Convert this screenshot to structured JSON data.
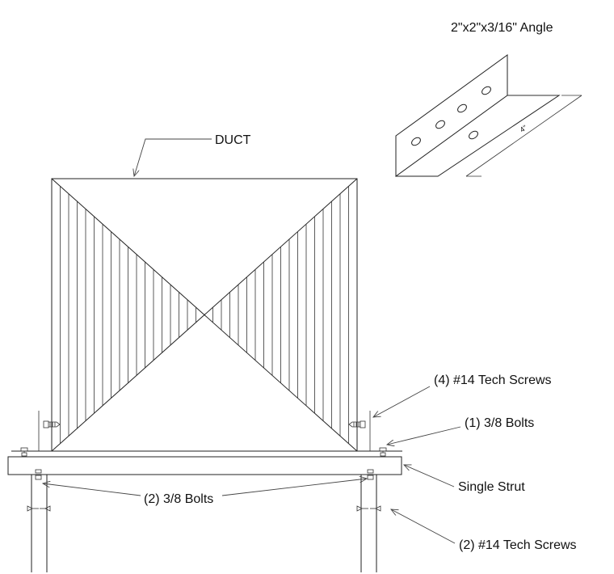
{
  "labels": {
    "angle_title": "2\"x2\"x3/16\" Angle",
    "angle_dimension": "4\"",
    "duct": "DUCT",
    "tech_screws_top": "(4) #14 Tech Screws",
    "bolts_one": "(1) 3/8 Bolts",
    "single_strut": "Single Strut",
    "bolts_two": "(2) 3/8 Bolts",
    "tech_screws_bottom": "(2) #14 Tech Screws"
  }
}
